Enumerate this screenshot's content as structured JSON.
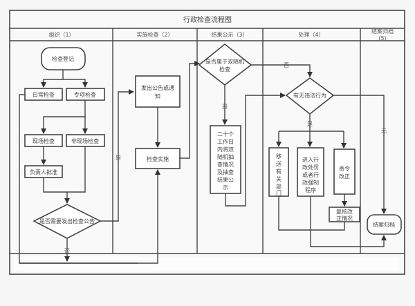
{
  "diagram": {
    "title": "行政检查流程图",
    "lanes": [
      {
        "label": "组织（1）"
      },
      {
        "label": "实施检查（2）"
      },
      {
        "label": "结果公示（3）"
      },
      {
        "label": "处理（4）"
      },
      {
        "label_line1": "结案归档",
        "label_line2": "(5)"
      }
    ],
    "nodes": {
      "register": "检查登记",
      "routine": "日常检查",
      "special": "专项检查",
      "onsite": "现场检查",
      "offsite": "非现场检查",
      "approve": "负责人批准",
      "need_notice": "是否需要发出检查公告",
      "issue_notice_l1": "发出公告或通",
      "issue_notice_l2": "知",
      "implement": "检查实施",
      "double_random_l1": "是否属于双随机",
      "double_random_l2": "检查",
      "publicize": [
        "二十个",
        "工作日",
        "内将双",
        "随机抽",
        "查情况",
        "及抽查",
        "结果公",
        "示"
      ],
      "violation": "有无违法行为",
      "transfer": [
        "移",
        "送",
        "有",
        "关",
        "部",
        "门"
      ],
      "penalty": [
        "进入行",
        "政处罚",
        "或者行",
        "政强制",
        "程序"
      ],
      "order_l1": "责令",
      "order_l2": "改正",
      "recheck_l1": "复核改",
      "recheck_l2": "正情况",
      "archive": "结案归档"
    },
    "edge_labels": {
      "yes_notice": "是",
      "no_notice": "否",
      "no_random": "否",
      "yes_random": "是",
      "yes_violation": "是",
      "no_violation": "无"
    }
  }
}
